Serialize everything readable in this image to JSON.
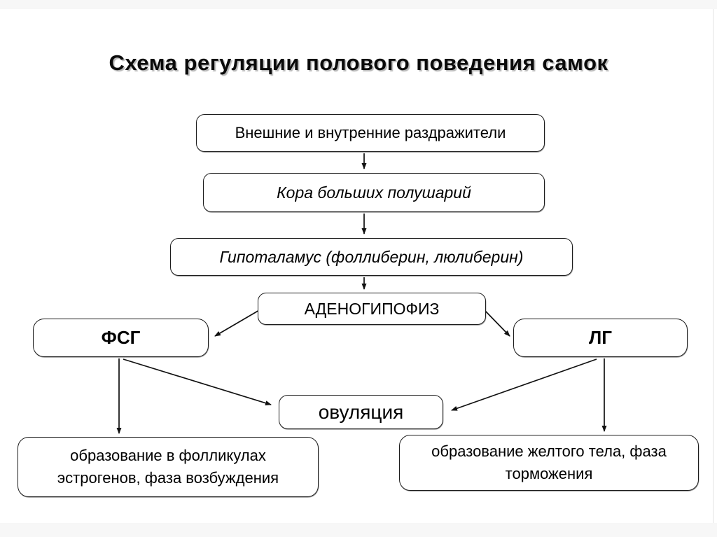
{
  "title": "Схема регуляции полового поведения самок",
  "diagram": {
    "nodes": {
      "stimuli": {
        "label": "Внешние и внутренние раздражители"
      },
      "cortex": {
        "label": "Кора больших полушарий"
      },
      "hypothalamus": {
        "label": "Гипоталамус (фоллиберин, люлиберин)"
      },
      "adenohypophysis": {
        "label": "АДЕНОГИПОФИЗ"
      },
      "fsg": {
        "label": "ФСГ"
      },
      "lg": {
        "label": "ЛГ"
      },
      "ovulation": {
        "label": "овуляция"
      },
      "follicles": {
        "label": "образование в фолликулах эстрогенов, фаза возбуждения"
      },
      "corpus_luteum": {
        "label": "образование желтого тела, фаза торможения"
      }
    },
    "edges": [
      {
        "from": "stimuli",
        "to": "cortex"
      },
      {
        "from": "cortex",
        "to": "hypothalamus"
      },
      {
        "from": "hypothalamus",
        "to": "adenohypophysis"
      },
      {
        "from": "adenohypophysis",
        "to": "fsg"
      },
      {
        "from": "adenohypophysis",
        "to": "lg"
      },
      {
        "from": "fsg",
        "to": "ovulation"
      },
      {
        "from": "lg",
        "to": "ovulation"
      },
      {
        "from": "fsg",
        "to": "follicles"
      },
      {
        "from": "lg",
        "to": "corpus_luteum"
      }
    ],
    "colors": {
      "stroke": "#1c1c1c",
      "fill": "#ffffff",
      "text": "#000000"
    }
  }
}
